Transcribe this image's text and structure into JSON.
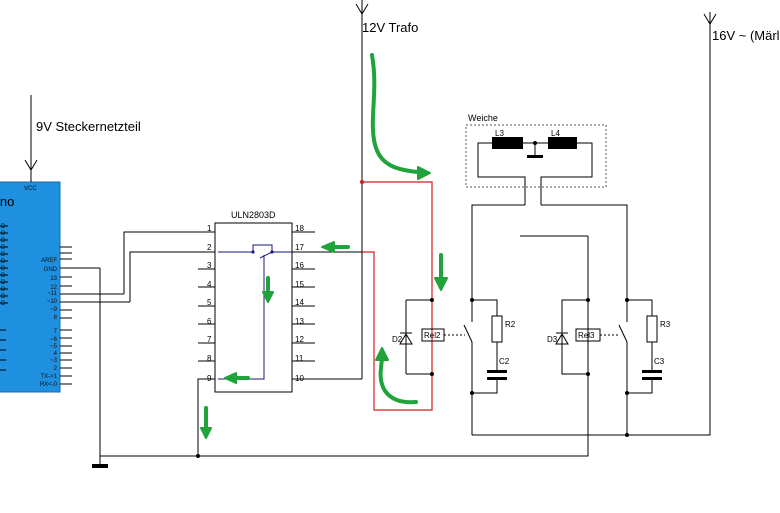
{
  "labels": {
    "steckernetzteil": "9V Steckernetzteil",
    "trafo": "12V Trafo",
    "maerklin": "16V ~ (Märl",
    "weiche": "Weiche",
    "uln": "ULN2803D",
    "arduino_fragment": "ino",
    "vcc": "VCC"
  },
  "arduino_pins": [
    "AREF",
    "GND",
    "13",
    "12",
    "~11",
    "~10",
    "~9",
    "8",
    "7",
    "~6",
    "~5",
    "4",
    "~3",
    "2",
    "TX->1",
    "RX<-0"
  ],
  "arduino_left_pins": [
    "D",
    "D",
    "D",
    "D",
    "D",
    "D",
    "D",
    "D",
    "D",
    "D",
    "D",
    "D"
  ],
  "uln_left_pins": [
    "1",
    "2",
    "3",
    "4",
    "5",
    "6",
    "7",
    "8",
    "9"
  ],
  "uln_right_pins": [
    "18",
    "17",
    "16",
    "15",
    "14",
    "13",
    "12",
    "11",
    "10"
  ],
  "components": {
    "l3": "L3",
    "l4": "L4",
    "d2": "D2",
    "rel2": "Rel2",
    "r2": "R2",
    "c2": "C2",
    "d3": "D3",
    "rel3": "Rel3",
    "r3": "R3",
    "c3": "C3"
  },
  "colors": {
    "wire": "#000000",
    "relay_loop": "#d21e1e",
    "current_arrows": "#1fa33a",
    "uln_internal": "#1a1a7a",
    "arduino_board": "#1f8fe0"
  }
}
